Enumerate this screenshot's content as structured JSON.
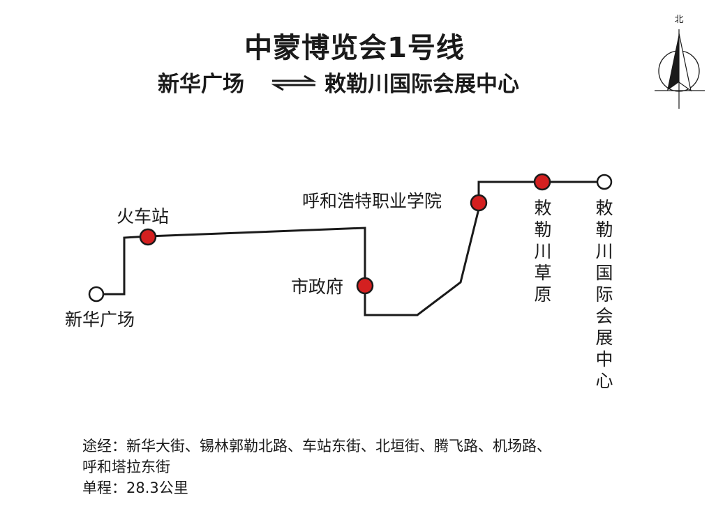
{
  "title": "中蒙博览会1号线",
  "direction": {
    "from": "新华广场",
    "to": "敕勒川国际会展中心"
  },
  "compass_label": "北",
  "stops": [
    {
      "name": "新华广场",
      "terminal": true
    },
    {
      "name": "火车站",
      "terminal": false
    },
    {
      "name": "市政府",
      "terminal": false
    },
    {
      "name": "呼和浩特职业学院",
      "terminal": false
    },
    {
      "name": "敕勒川草原",
      "terminal": false
    },
    {
      "name": "敕勒川国际会展中心",
      "terminal": true
    }
  ],
  "route": {
    "line1": "途经：新华大街、锡林郭勒北路、车站东街、北垣街、腾飞路、机场路、",
    "line2": "呼和塔拉东街",
    "distance": "单程：28.3公里"
  },
  "colors": {
    "line": "#1a1a1a",
    "stop_fill": "#d42020",
    "terminal_fill": "#ffffff"
  }
}
